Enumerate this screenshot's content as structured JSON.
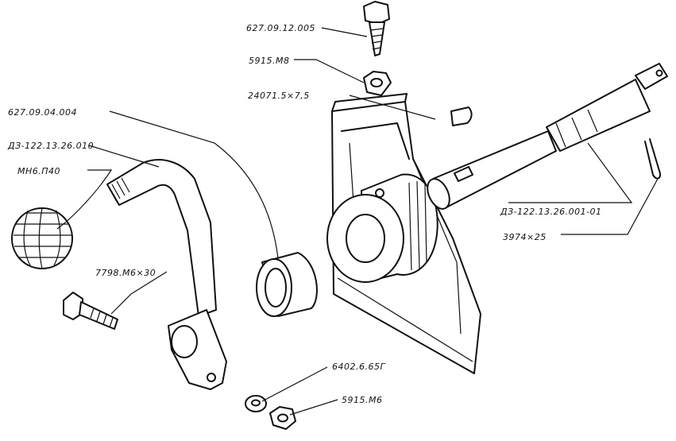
{
  "labels": {
    "bolt_top": "627.09.12.005",
    "nut_m8": "5915.M8",
    "key": "24071.5×7,5",
    "bushing": "627.09.04.004",
    "lever": "ДЗ-122.13.26.010",
    "knob": "МН6.П40",
    "bolt_m6": "7798.М6×30",
    "shaft": "ДЗ-122.13.26.001-01",
    "cotter_pin": "3974×25",
    "washer": "6402.6.65Г",
    "nut_m6": "5915.М6"
  },
  "colors": {
    "ink": "#111111",
    "paper": "#ffffff"
  }
}
